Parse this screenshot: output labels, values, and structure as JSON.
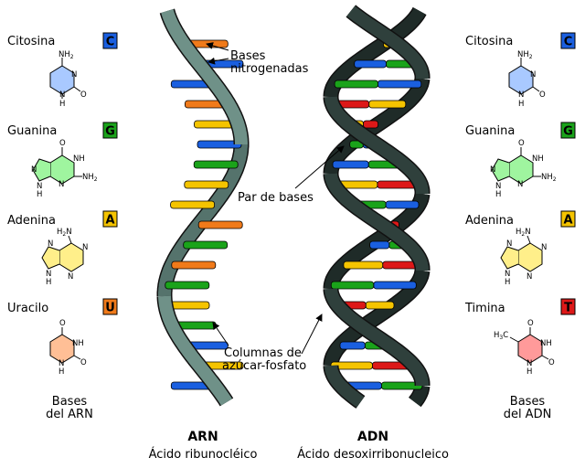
{
  "colors": {
    "cytosine": "#1a5fe0",
    "guanine": "#1aa31a",
    "adenine": "#f5c400",
    "uracil": "#f07a1a",
    "thymine": "#dd1818",
    "rna_backbone": "#6f9188",
    "dna_backbone": "#2f403c",
    "cyt_fill": "#a9c9ff",
    "gua_fill": "#9ff59f",
    "ade_fill": "#ffef8a",
    "ura_fill": "#ffbf96",
    "thy_fill": "#ff9a9a"
  },
  "left_bases": [
    {
      "name": "Citosina",
      "letter": "C",
      "color": "#1a5fe0",
      "molecule": "cytosine"
    },
    {
      "name": "Guanina",
      "letter": "G",
      "color": "#1aa31a",
      "molecule": "guanine"
    },
    {
      "name": "Adenina",
      "letter": "A",
      "color": "#f5c400",
      "molecule": "adenine"
    },
    {
      "name": "Uracilo",
      "letter": "U",
      "color": "#f07a1a",
      "molecule": "uracil"
    }
  ],
  "right_bases": [
    {
      "name": "Citosina",
      "letter": "C",
      "color": "#1a5fe0",
      "molecule": "cytosine"
    },
    {
      "name": "Guanina",
      "letter": "G",
      "color": "#1aa31a",
      "molecule": "guanine"
    },
    {
      "name": "Adenina",
      "letter": "A",
      "color": "#f5c400",
      "molecule": "adenine"
    },
    {
      "name": "Timina",
      "letter": "T",
      "color": "#dd1818",
      "molecule": "thymine"
    }
  ],
  "atoms": {
    "nh2": "NH",
    "nh2_sub": "2",
    "n": "N",
    "o": "O",
    "h": "H",
    "nh": "NH",
    "h2n": "H",
    "h2n_sub": "2",
    "h3c": "H",
    "h3c_sub": "3",
    "h3c_c": "C"
  },
  "left_footer": {
    "line1": "Bases",
    "line2": "del ARN"
  },
  "right_footer": {
    "line1": "Bases",
    "line2": "del ADN"
  },
  "rna": {
    "title": "ARN",
    "subtitle": "Ácido ribunocléico"
  },
  "dna": {
    "title": "ADN",
    "subtitle": "Ácido desoxirribonucleico"
  },
  "annotations": {
    "bases_line1": "Bases",
    "bases_line2": "nitrogenadas",
    "pair": "Par de bases",
    "backbone_line1": "Columnas de",
    "backbone_line2": "azúcar-fosfato"
  },
  "rna_rungs": [
    "U",
    "C",
    "C",
    "U",
    "A",
    "C",
    "G",
    "A",
    "A",
    "U",
    "G",
    "U",
    "G",
    "A",
    "G",
    "C",
    "A",
    "C"
  ],
  "dna_pairs": [
    [
      "T",
      "A"
    ],
    [
      "G",
      "C"
    ],
    [
      "C",
      "G"
    ],
    [
      "A",
      "T"
    ],
    [
      "T",
      "A"
    ],
    [
      "G",
      "C"
    ],
    [
      "C",
      "G"
    ],
    [
      "A",
      "T"
    ],
    [
      "G",
      "C"
    ],
    [
      "A",
      "T"
    ],
    [
      "G",
      "C"
    ],
    [
      "T",
      "A"
    ],
    [
      "C",
      "G"
    ],
    [
      "A",
      "T"
    ],
    [
      "G",
      "C"
    ],
    [
      "C",
      "G"
    ],
    [
      "A",
      "T"
    ],
    [
      "C",
      "G"
    ]
  ]
}
